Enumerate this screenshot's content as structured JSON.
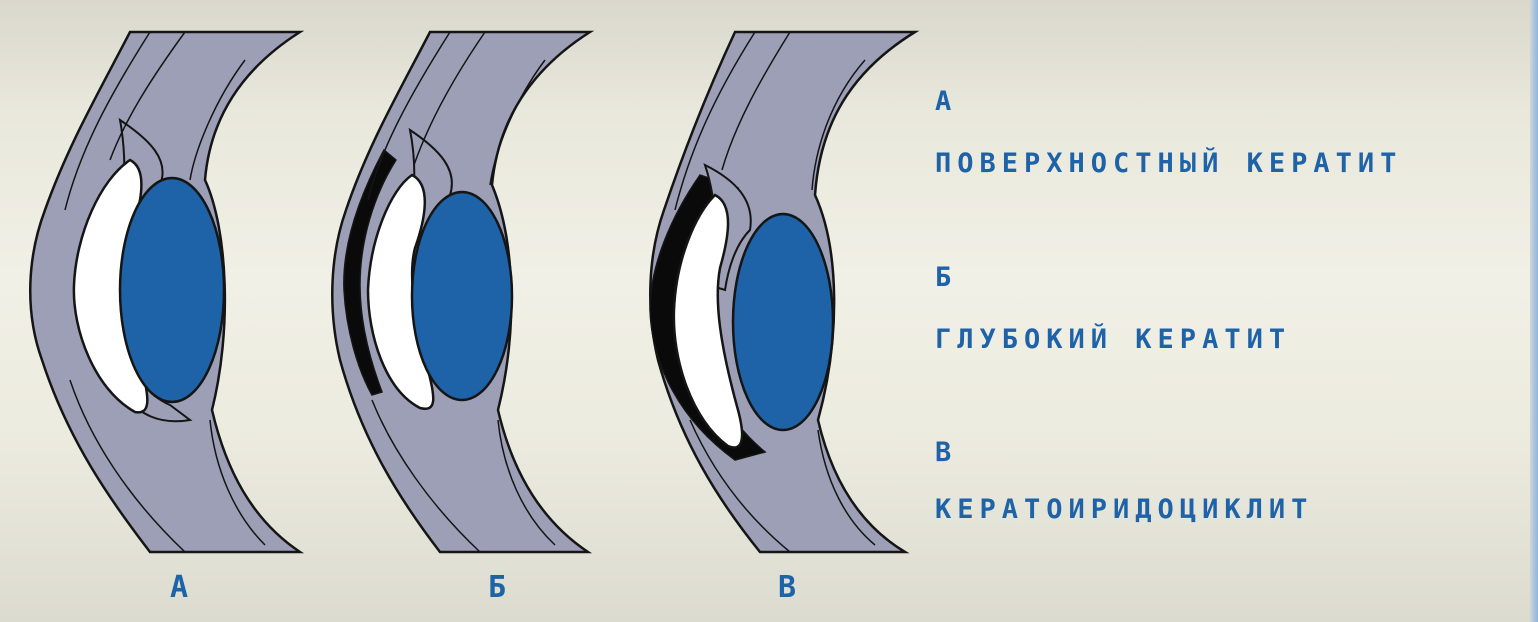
{
  "figure_labels": [
    "А",
    "Б",
    "В"
  ],
  "legend": [
    {
      "letter": "А",
      "text": "ПОВЕРХНОСТНЫЙ КЕРАТИТ"
    },
    {
      "letter": "Б",
      "text": "ГЛУБОКИЙ КЕРАТИТ"
    },
    {
      "letter": "В",
      "text": "КЕРАТОИРИДОЦИКЛИТ"
    }
  ],
  "colors": {
    "tissue": "#9c9fb6",
    "lens": "#1e62a8",
    "chamber": "#ffffff",
    "lesion": "#0a0a0a",
    "label": "#1e62a8"
  }
}
